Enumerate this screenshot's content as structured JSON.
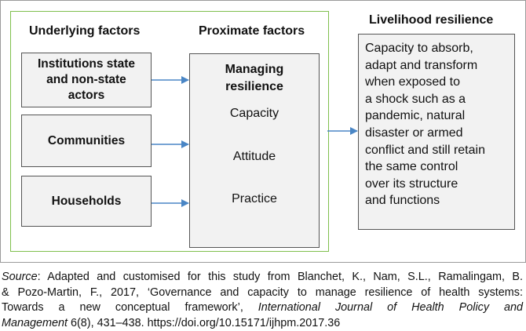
{
  "diagram": {
    "headings": {
      "underlying": "Underlying factors",
      "proximate": "Proximate factors",
      "livelihood": "Livelihood resilience"
    },
    "underlying_factors": [
      {
        "line1": "Institutions state",
        "line2": "and non-state",
        "line3": "actors"
      },
      {
        "line1": "Communities"
      },
      {
        "line1": "Households"
      }
    ],
    "proximate_box": {
      "title_line1": "Managing",
      "title_line2": "resilience",
      "items": [
        "Capacity",
        "Attitude",
        "Practice"
      ]
    },
    "livelihood_box": {
      "lines": [
        "Capacity to absorb,",
        "adapt and transform",
        "when exposed to",
        "a shock such as a",
        "pandemic, natural",
        "disaster or armed",
        "conflict and still retain",
        "the same control",
        "over its structure",
        "and functions"
      ]
    },
    "colors": {
      "arrow": "#4a86c5",
      "group_border": "#7fbf4d",
      "box_fill": "#f2f2f2"
    }
  },
  "source_note": {
    "label": "Source",
    "line1_text": ": Adapted and customised for this study from Blanchet, K., Nam, S.L., Ramalingam, B.",
    "line2_text": "& Pozo-Martin, F., 2017, ‘Governance and capacity to manage resilience of health systems:",
    "line3_pre": "Towards a new conceptual framework’, ",
    "line3_journal": "International Journal of Health Policy and",
    "line4_journal": "Management",
    "line4_post": " 6(8), 431–438. https://doi.org/10.15171/ijhpm.2017.36"
  }
}
